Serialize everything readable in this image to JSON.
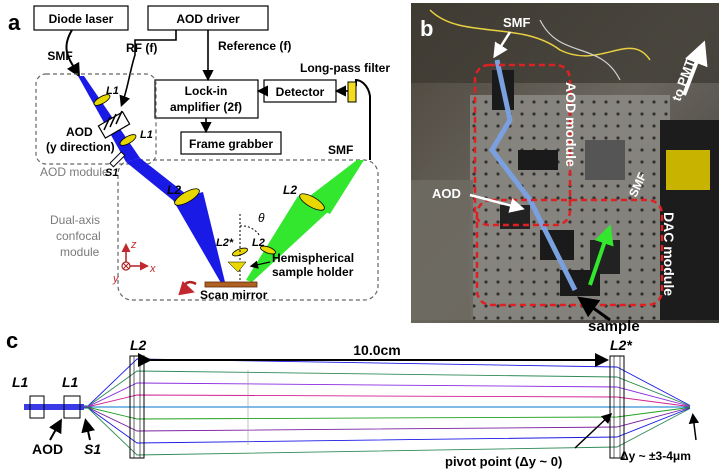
{
  "panels": {
    "a": {
      "letter": "a",
      "boxes": {
        "laser": "Diode laser",
        "aod_driver": "AOD driver",
        "lockin_1": "Lock-in",
        "lockin_2": "amplifier (2f)",
        "detector": "Detector",
        "frame_grabber": "Frame grabber"
      },
      "labels": {
        "smf_top": "SMF",
        "rf": "RF (f)",
        "reference": "Reference (f)",
        "long_pass": "Long-pass filter",
        "smf_right": "SMF",
        "l1_top": "L1",
        "l1_bottom": "L1",
        "aod_1": "AOD",
        "aod_2": "(y direction)",
        "s1": "S1",
        "aod_module": "AOD module",
        "l2_left": "L2",
        "l2_right": "L2",
        "l2_star": "L2*",
        "l2_inner": "L2",
        "theta": "θ",
        "dual_1": "Dual-axis",
        "dual_2": "confocal",
        "dual_3": "module",
        "hemi_1": "Hemispherical",
        "hemi_2": "sample holder",
        "scan_mirror": "Scan mirror",
        "axis_z": "z",
        "axis_y": "y",
        "axis_x": "x"
      }
    },
    "b": {
      "letter": "b",
      "labels": {
        "smf": "SMF",
        "to_pmt": "to PMT",
        "aod_module": "AOD module",
        "smf_rot": "SMF",
        "aod": "AOD",
        "dac_module": "DAC module",
        "sample": "sample"
      }
    },
    "c": {
      "letter": "c",
      "labels": {
        "l1_a": "L1",
        "l1_b": "L1",
        "l2": "L2",
        "distance": "10.0cm",
        "l2_star": "L2*",
        "aod": "AOD",
        "s1": "S1",
        "pivot": "pivot point (Δy ~ 0)",
        "delta": "Δy ~ ±3-4μm"
      }
    }
  },
  "colors": {
    "blue_beam": "#1a1ae6",
    "green_beam": "#33e62e",
    "lens": "#e8d800",
    "red_dash": "#e02020",
    "dark_red": "#b02020",
    "mirror": "#b06020"
  }
}
